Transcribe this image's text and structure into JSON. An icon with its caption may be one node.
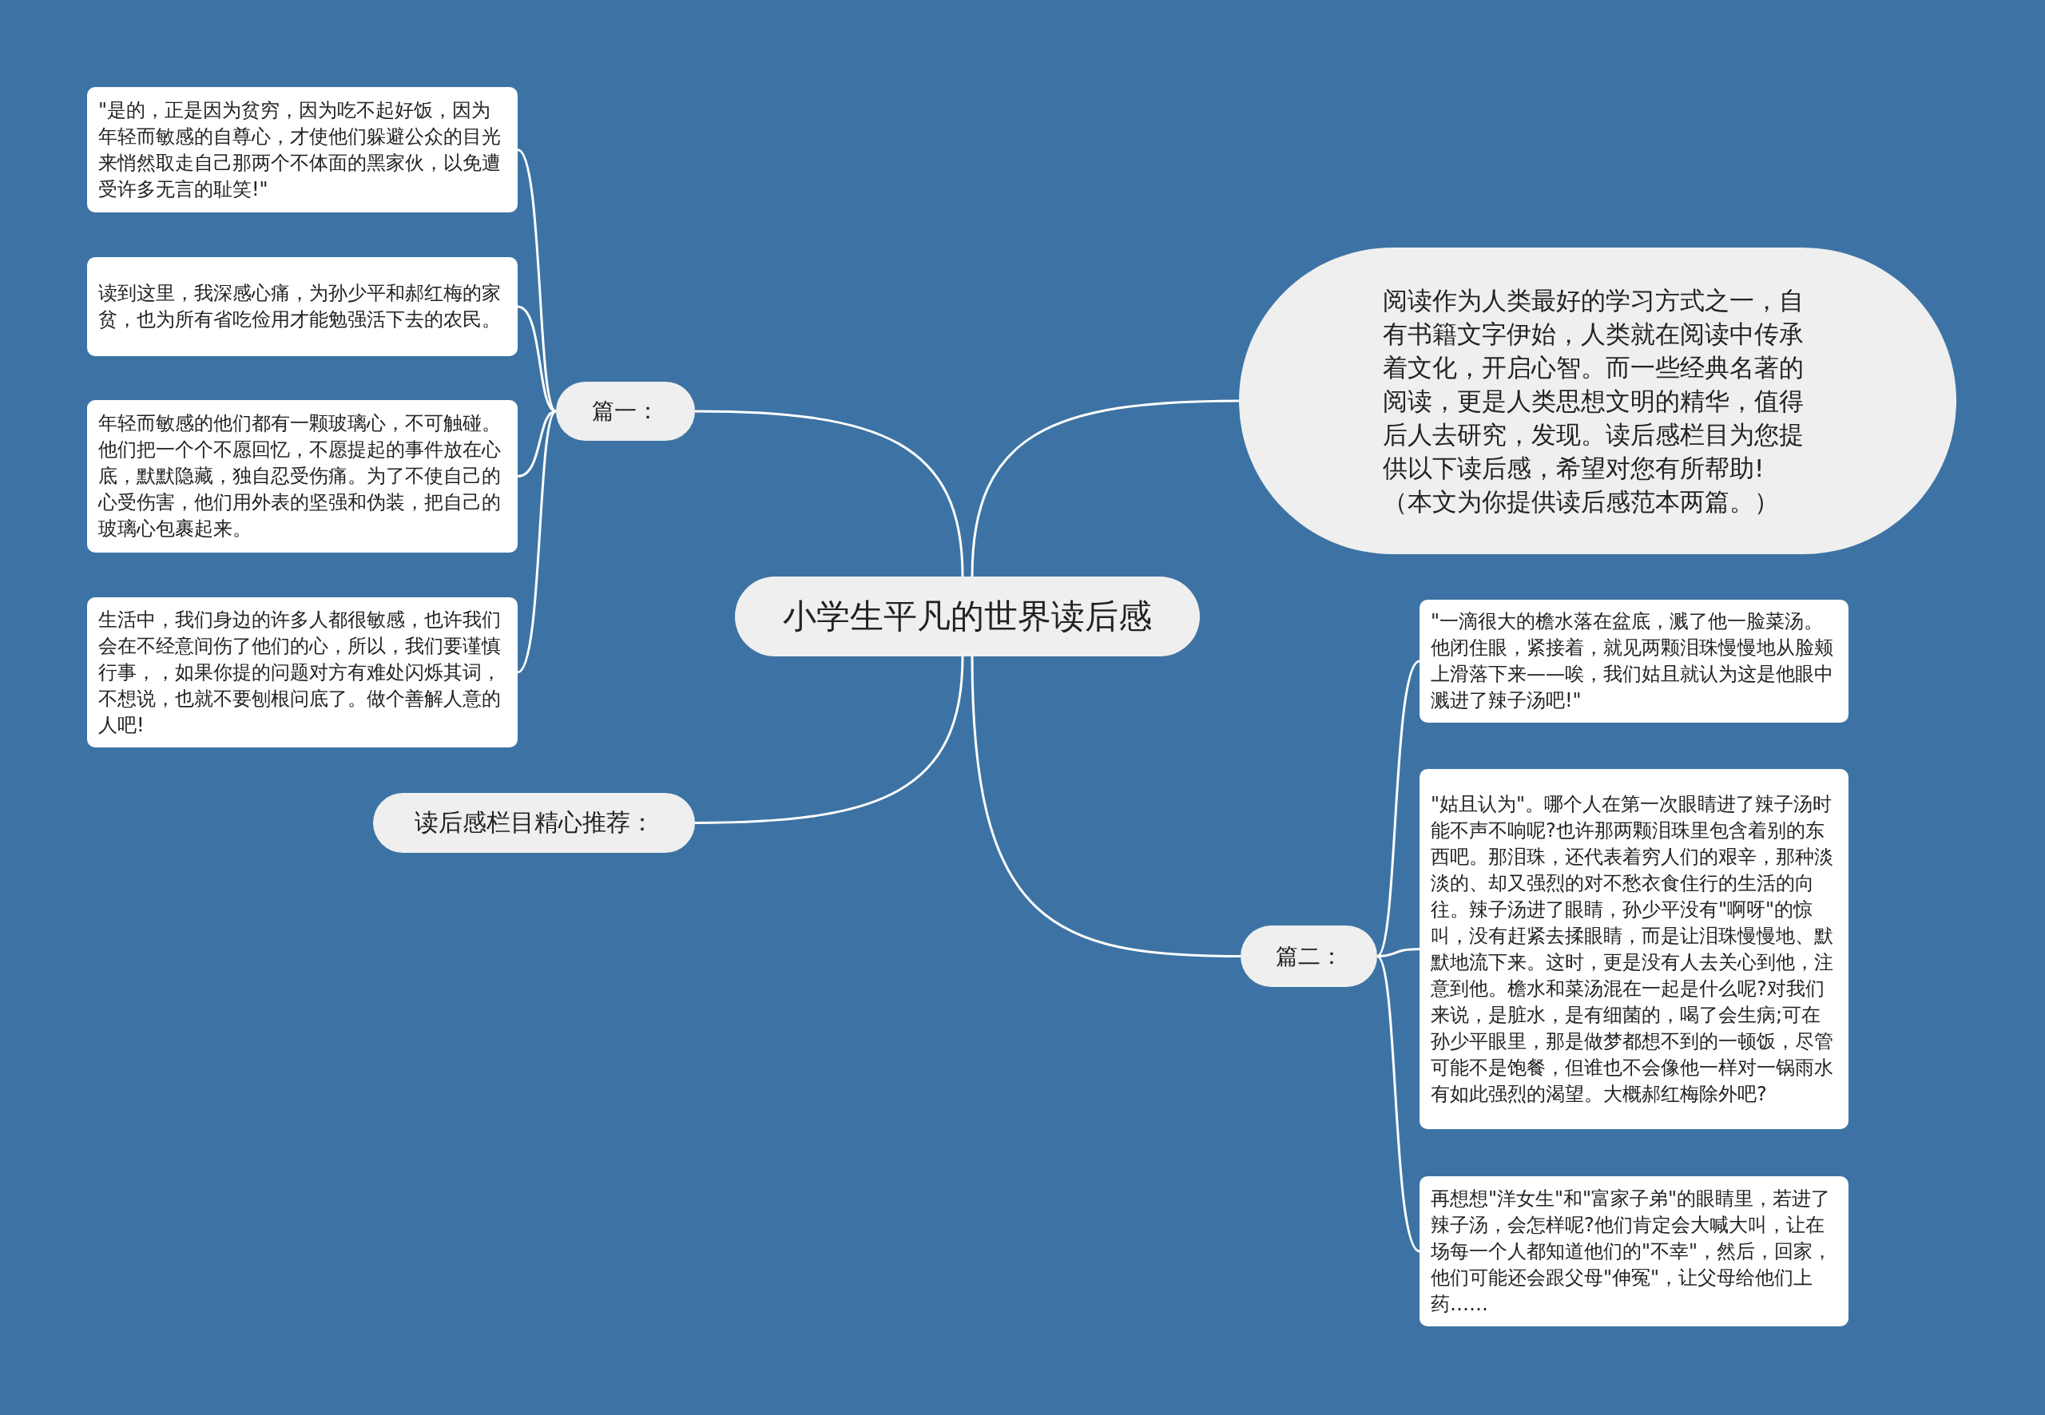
{
  "diagram": {
    "nodes": [
      {
        "text": [
          "小学生平凡的世界读后感"
        ]
      },
      {
        "text": [
          "篇一："
        ]
      },
      {
        "text": [
          "\"是的，正是因为贫穷，因为吃不起好饭，因为年轻而敏感的自尊心，才使他们躲避公众的目光来悄然取走自己那两个不体面的黑家伙，以免遭受许多无言的耻笑!\""
        ]
      },
      {
        "text": [
          "读到这里，我深感心痛，为孙少平和郝红梅的家贫，也为所有省吃俭用才能勉强活下去的农民。"
        ]
      },
      {
        "text": [
          "年轻而敏感的他们都有一颗玻璃心，不可触碰。他们把一个个不愿回忆，不愿提起的事件放在心底，默默隐藏，独自忍受伤痛。为了不使自己的心受伤害，他们用外表的坚强和伪装，把自己的玻璃心包裹起来。"
        ]
      },
      {
        "text": [
          "生活中，我们身边的许多人都很敏感，也许我们会在不经意间伤了他们的心，所以，我们要谨慎行事，，如果你提的问题对方有难处闪烁其词，不想说，也就不要刨根问底了。做个善解人意的人吧!"
        ]
      },
      {
        "text": [
          "阅读作为人类最好的学习方式之一，自有书籍文字伊始，人类就在阅读中传承着文化，开启心智。而一些经典名著的阅读，更是人类思想文明的精华，值得后人去研究，发现。读后感栏目为您提供以下读后感，希望对您有所帮助!（本文为你提供读后感范本两篇。）"
        ]
      },
      {
        "text": [
          "读后感栏目精心推荐："
        ]
      },
      {
        "text": [
          "篇二："
        ]
      },
      {
        "text": [
          "\"一滴很大的檐水落在盆底，溅了他一脸菜汤。他闭住眼，紧接着，就见两颗泪珠慢慢地从脸颊上滑落下来——唉，我们姑且就认为这是他眼中溅进了辣子汤吧!\""
        ]
      },
      {
        "text": [
          "\"姑且认为\"。哪个人在第一次眼睛进了辣子汤时能不声不响呢?也许那两颗泪珠里包含着别的东西吧。那泪珠，还代表着穷人们的艰辛，那种淡淡的、却又强烈的对不愁衣食住行的生活的向往。辣子汤进了眼睛，孙少平没有\"啊呀\"的惊叫，没有赶紧去揉眼睛，而是让泪珠慢慢地、默默地流下来。这时，更是没有人去关心到他，注意到他。檐水和菜汤混在一起是什么呢?对我们来说，是脏水，是有细菌的，喝了会生病;可在孙少平眼里，那是做梦都想不到的一顿饭，尽管可能不是饱餐，但谁也不会像他一样对一锅雨水有如此强烈的渴望。大概郝红梅除外吧?"
        ]
      },
      {
        "text": [
          "再想想\"洋女生\"和\"富家子弟\"的眼睛里，若进了辣子汤，会怎样呢?他们肯定会大喊大叫，让在场每一个人都知道他们的\"不幸\"，然后，回家，他们可能还会跟父母\"伸冤\"，让父母给他们上药……"
        ]
      }
    ],
    "edges": [
      {
        "from": 0,
        "to": 1,
        "arrow": "none"
      },
      {
        "from": 1,
        "to": 2,
        "arrow": "none"
      },
      {
        "from": 1,
        "to": 3,
        "arrow": "none"
      },
      {
        "from": 1,
        "to": 4,
        "arrow": "none"
      },
      {
        "from": 1,
        "to": 5,
        "arrow": "none"
      },
      {
        "from": 0,
        "to": 6,
        "arrow": "none"
      },
      {
        "from": 0,
        "to": 7,
        "arrow": "none"
      },
      {
        "from": 0,
        "to": 8,
        "arrow": "none"
      },
      {
        "from": 8,
        "to": 9,
        "arrow": "none"
      },
      {
        "from": 8,
        "to": 10,
        "arrow": "none"
      },
      {
        "from": 8,
        "to": 11,
        "arrow": "none"
      }
    ]
  }
}
